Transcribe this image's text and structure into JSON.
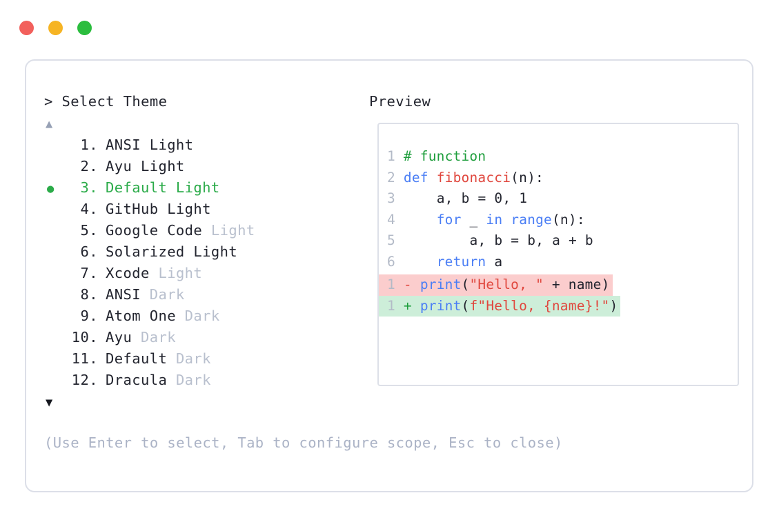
{
  "window": {
    "traffic_lights": [
      {
        "name": "close",
        "color": "#f2605c"
      },
      {
        "name": "minimize",
        "color": "#f6b424"
      },
      {
        "name": "maximize",
        "color": "#2bbd3e"
      }
    ]
  },
  "left": {
    "prompt": "> Select Theme",
    "scroll_up": "▲",
    "scroll_down": "▼",
    "selected_index": 3,
    "bullet_glyph": "●",
    "items": [
      {
        "index": " 1.",
        "name": "ANSI Light",
        "suffix": "",
        "selected": false
      },
      {
        "index": " 2.",
        "name": "Ayu Light",
        "suffix": "",
        "selected": false
      },
      {
        "index": " 3.",
        "name": "Default Light",
        "suffix": "",
        "selected": true
      },
      {
        "index": " 4.",
        "name": "GitHub Light",
        "suffix": "",
        "selected": false
      },
      {
        "index": " 5.",
        "name": "Google Code",
        "suffix": " Light",
        "selected": false
      },
      {
        "index": " 6.",
        "name": "Solarized Light",
        "suffix": "",
        "selected": false
      },
      {
        "index": " 7.",
        "name": "Xcode",
        "suffix": " Light",
        "selected": false
      },
      {
        "index": " 8.",
        "name": "ANSI",
        "suffix": " Dark",
        "selected": false
      },
      {
        "index": " 9.",
        "name": "Atom One",
        "suffix": " Dark",
        "selected": false
      },
      {
        "index": "10.",
        "name": "Ayu",
        "suffix": " Dark",
        "selected": false
      },
      {
        "index": "11.",
        "name": "Default",
        "suffix": " Dark",
        "selected": false
      },
      {
        "index": "12.",
        "name": "Dracula",
        "suffix": " Dark",
        "selected": false
      }
    ]
  },
  "right": {
    "header": "Preview",
    "code": {
      "lines": [
        {
          "no": "1",
          "text": "# function"
        },
        {
          "no": "2",
          "text": "def fibonacci(n):"
        },
        {
          "no": "3",
          "text": "    a, b = 0, 1"
        },
        {
          "no": "4",
          "text": "    for _ in range(n):"
        },
        {
          "no": "5",
          "text": "        a, b = b, a + b"
        },
        {
          "no": "6",
          "text": "    return a"
        }
      ]
    },
    "diff": {
      "removed": {
        "no": "1",
        "sign": "-",
        "text": "print(\"Hello, \" + name)"
      },
      "added": {
        "no": "1",
        "sign": "+",
        "text": "print(f\"Hello, {name}!\")"
      }
    }
  },
  "footer": {
    "hint": "(Use Enter to select, Tab to configure scope, Esc to close)"
  },
  "colors": {
    "accent_green": "#2bab49",
    "muted": "#b9c0ce",
    "text": "#23252f",
    "diff_del_bg": "#fbcdcd",
    "diff_add_bg": "#cdeed9",
    "panel_border": "#dcdfe8"
  }
}
